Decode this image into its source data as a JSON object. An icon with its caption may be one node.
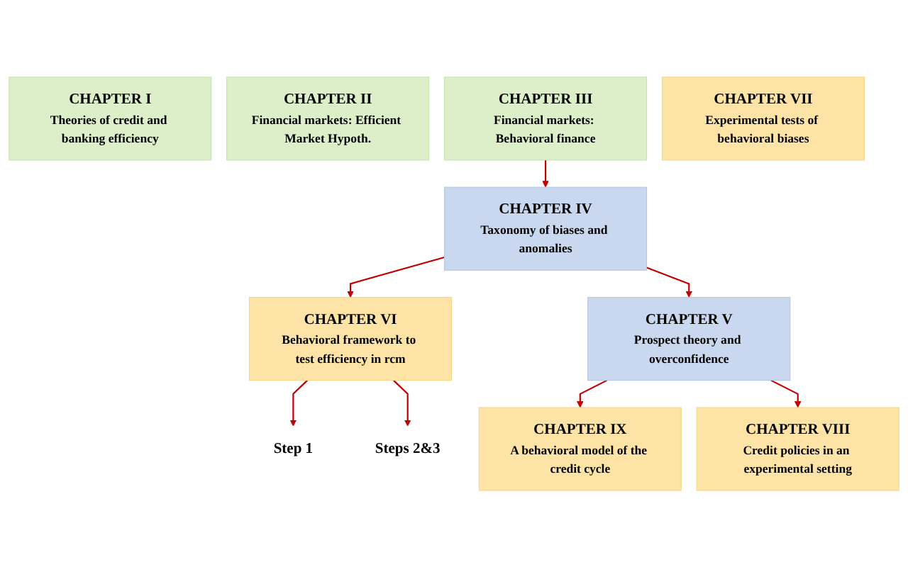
{
  "diagram": {
    "nodes": [
      {
        "text": [
          "CHAPTER I",
          "Theories of credit and banking efficiency"
        ]
      },
      {
        "text": [
          "CHAPTER II",
          "Financial markets: Efficient Market Hypoth."
        ]
      },
      {
        "text": [
          "CHAPTER III",
          "Financial markets: Behavioral finance"
        ]
      },
      {
        "text": [
          "CHAPTER VI",
          "Behavioral framework to test efficiency in rcm"
        ]
      },
      {
        "text": [
          "CHAPTER IV",
          "Taxonomy of biases and anomalies"
        ]
      },
      {
        "text": [
          "Step 1"
        ]
      },
      {
        "text": [
          "CHAPTER VII",
          "Experimental tests of behavioral biases"
        ]
      },
      {
        "text": [
          "CHAPTER VIII",
          "Credit policies in an experimental setting"
        ]
      },
      {
        "text": [
          "CHAPTER V",
          "Prospect theory and overconfidence"
        ]
      },
      {
        "text": [
          "Steps 2&3"
        ]
      },
      {
        "text": [
          "CHAPTER IX",
          "A behavioral model of the credit cycle"
        ]
      }
    ],
    "edges": [
      {
        "from": 2,
        "to": 4,
        "arrow": "to"
      },
      {
        "from": 4,
        "to": 3,
        "arrow": "to"
      },
      {
        "from": 4,
        "to": 8,
        "arrow": "to"
      },
      {
        "from": 3,
        "to": 5,
        "arrow": "to"
      },
      {
        "from": 3,
        "to": 9,
        "arrow": "to"
      },
      {
        "from": 8,
        "to": 10,
        "arrow": "to"
      },
      {
        "from": 8,
        "to": 7,
        "arrow": "to"
      }
    ]
  }
}
